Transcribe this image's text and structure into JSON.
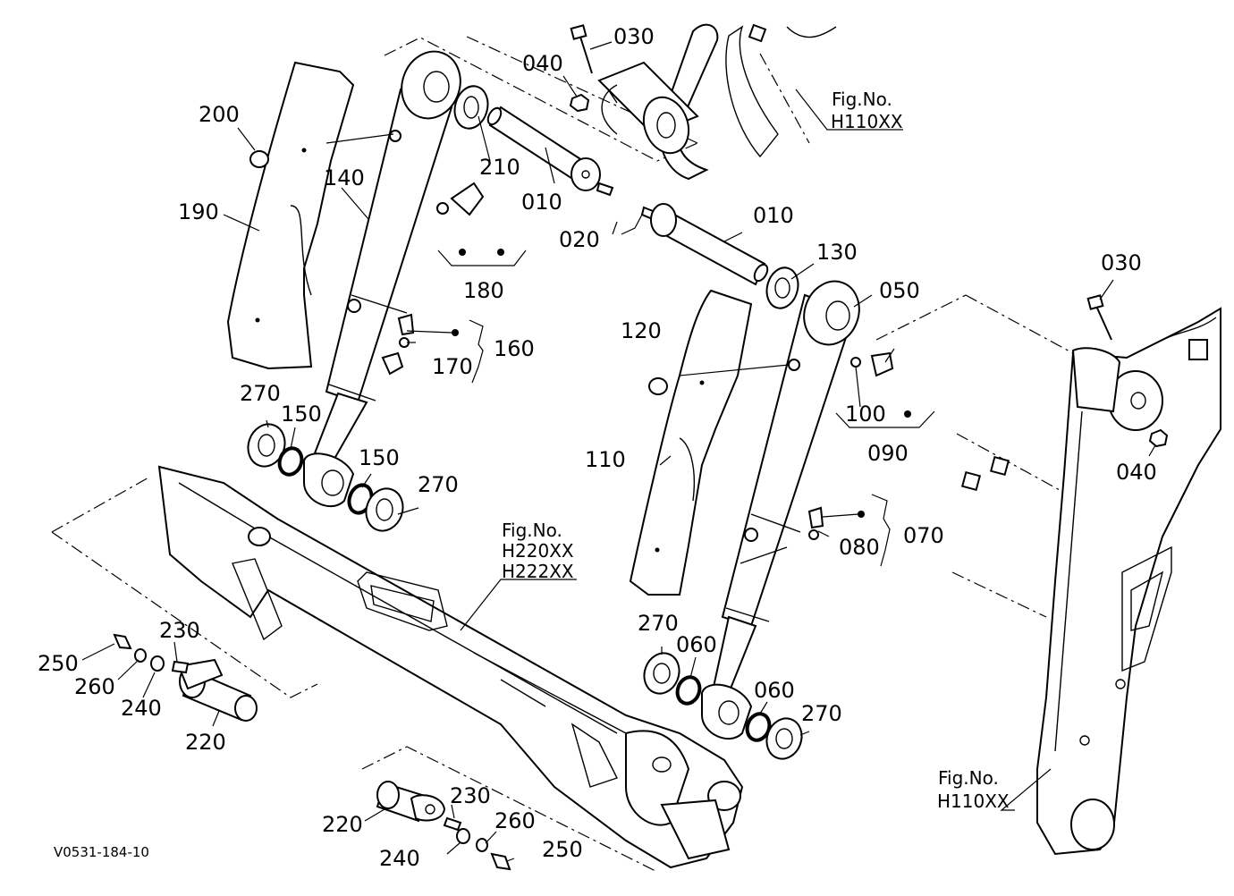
{
  "labels": {
    "p010a": "010",
    "p010b": "010",
    "p020": "020",
    "p030a": "030",
    "p030b": "030",
    "p040a": "040",
    "p040b": "040",
    "p050": "050",
    "p060a": "060",
    "p060b": "060",
    "p070": "070",
    "p080": "080",
    "p090": "090",
    "p100": "100",
    "p110": "110",
    "p120": "120",
    "p130": "130",
    "p140": "140",
    "p150a": "150",
    "p150b": "150",
    "p160": "160",
    "p170": "170",
    "p180": "180",
    "p190": "190",
    "p200": "200",
    "p210": "210",
    "p220a": "220",
    "p220b": "220",
    "p230a": "230",
    "p230b": "230",
    "p240a": "240",
    "p240b": "240",
    "p250a": "250",
    "p250b": "250",
    "p260a": "260",
    "p260b": "260",
    "p270a": "270",
    "p270b": "270",
    "p270c": "270",
    "p270d": "270"
  },
  "figure_refs": {
    "top": {
      "line1": "Fig.No.",
      "line2": "H110XX"
    },
    "middle": {
      "line1": "Fig.No.",
      "line2": "H220XX",
      "line3": "H222XX"
    },
    "bottom": {
      "line1": "Fig.No.",
      "line2": "H110XX"
    }
  },
  "drawing_code": "V0531-184-10"
}
